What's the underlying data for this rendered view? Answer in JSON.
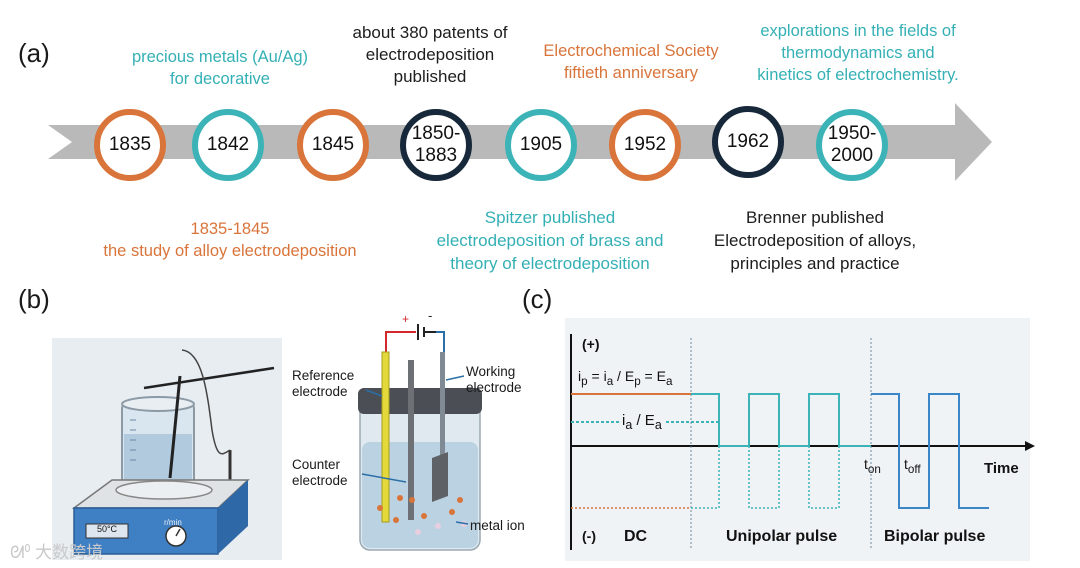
{
  "panels": {
    "a": "(a)",
    "b": "(b)",
    "c": "(c)"
  },
  "timeline": {
    "years": [
      "1835",
      "1842",
      "1845",
      "1850-\n1883",
      "1905",
      "1952",
      "1962",
      "1950-\n2000"
    ],
    "annotations": {
      "precious": "precious metals (Au/Ag)\nfor decorative",
      "patents": "about 380 patents of\nelectrodeposition\npublished",
      "society": "Electrochemical Society\nfiftieth anniversary",
      "explorations": "explorations in the fields of\nthermodynamics and\nkinetics of electrochemistry.",
      "alloy_study": "1835-1845\nthe study of alloy electrodeposition",
      "spitzer": "Spitzer published\nelectrodeposition of brass and\ntheory of electrodeposition",
      "brenner": "Brenner published\nElectrodeposition of alloys,\nprinciples and practice"
    },
    "colors": {
      "orange": "#d9743a",
      "teal": "#3bb3b7",
      "navy": "#16283a",
      "arrow": "#b9b9b9"
    }
  },
  "setup": {
    "hotplate_display": "50°C",
    "hotplate_knob_label": "r/min",
    "plus_sign": "+",
    "minus_sign": "-",
    "reference_electrode": "Reference\nelectrode",
    "working_electrode": "Working\nelectrode",
    "counter_electrode": "Counter\nelectrode",
    "metal_ion": "metal ion"
  },
  "waveform": {
    "positive": "(+)",
    "negative": "(-)",
    "dc_label": "DC",
    "unipolar_label": "Unipolar pulse",
    "bipolar_label": "Bipolar pulse",
    "time_label": "Time",
    "ip_label": "i",
    "ip_sub": "p",
    "ip_eq1": " = i",
    "ip_sub2": "a",
    "ip_eq2": " / E",
    "ip_sub3": "p",
    "ip_eq3": " = E",
    "ip_sub4": "a",
    "ia_label": "i",
    "ia_sub": "a",
    "ia_mid": " / E",
    "ia_sub2": "a",
    "ton_label": "t",
    "ton_sub": "on",
    "toff_label": "t",
    "toff_sub": "off"
  },
  "watermark": "大数跨境"
}
